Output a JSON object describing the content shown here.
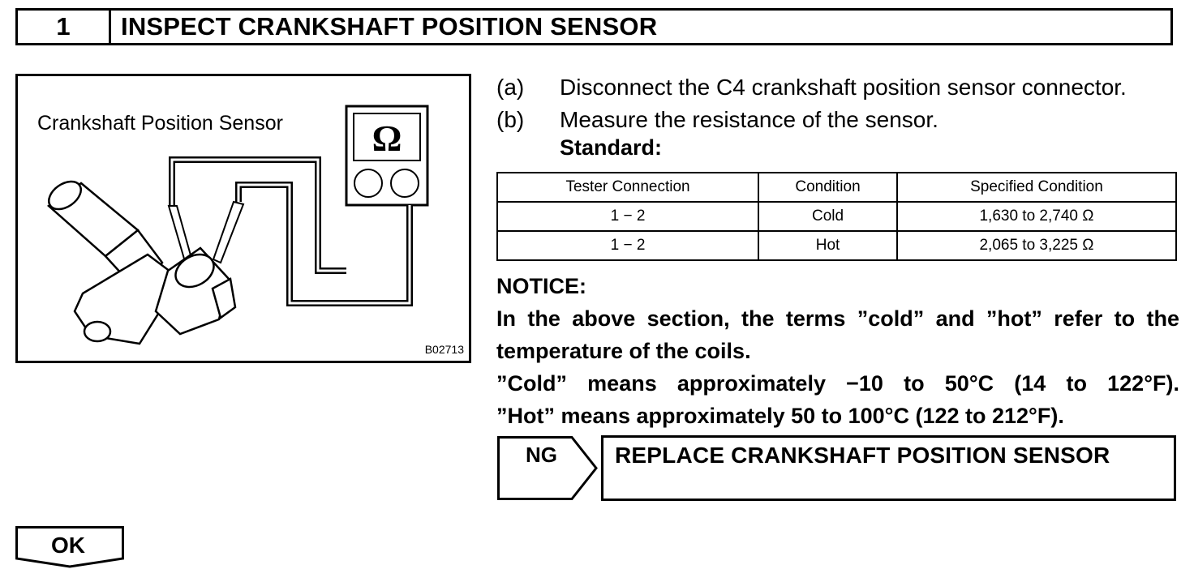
{
  "header": {
    "step_number": "1",
    "title": "INSPECT CRANKSHAFT POSITION SENSOR"
  },
  "figure": {
    "caption": "Crankshaft Position Sensor",
    "figure_id": "B02713",
    "meter_symbol": "Ω"
  },
  "steps": [
    {
      "label": "(a)",
      "text": "Disconnect the C4 crankshaft position sensor connector."
    },
    {
      "label": "(b)",
      "text": "Measure the resistance of the sensor."
    }
  ],
  "standard_label": "Standard:",
  "spec_table": {
    "headers": [
      "Tester Connection",
      "Condition",
      "Specified Condition"
    ],
    "rows": [
      [
        "1 − 2",
        "Cold",
        "1,630 to 2,740 Ω"
      ],
      [
        "1 − 2",
        "Hot",
        "2,065 to 3,225 Ω"
      ]
    ]
  },
  "notice": {
    "heading": "NOTICE:",
    "lines": [
      "In the above section, the terms ”cold” and ”hot” refer to the",
      "temperature of the coils.",
      "”Cold” means approximately −10 to 50°C (14 to 122°F).",
      "”Hot” means approximately 50 to 100°C (122 to 212°F)."
    ]
  },
  "ng": {
    "label": "NG",
    "action": "REPLACE CRANKSHAFT POSITION SENSOR"
  },
  "ok": {
    "label": "OK"
  }
}
